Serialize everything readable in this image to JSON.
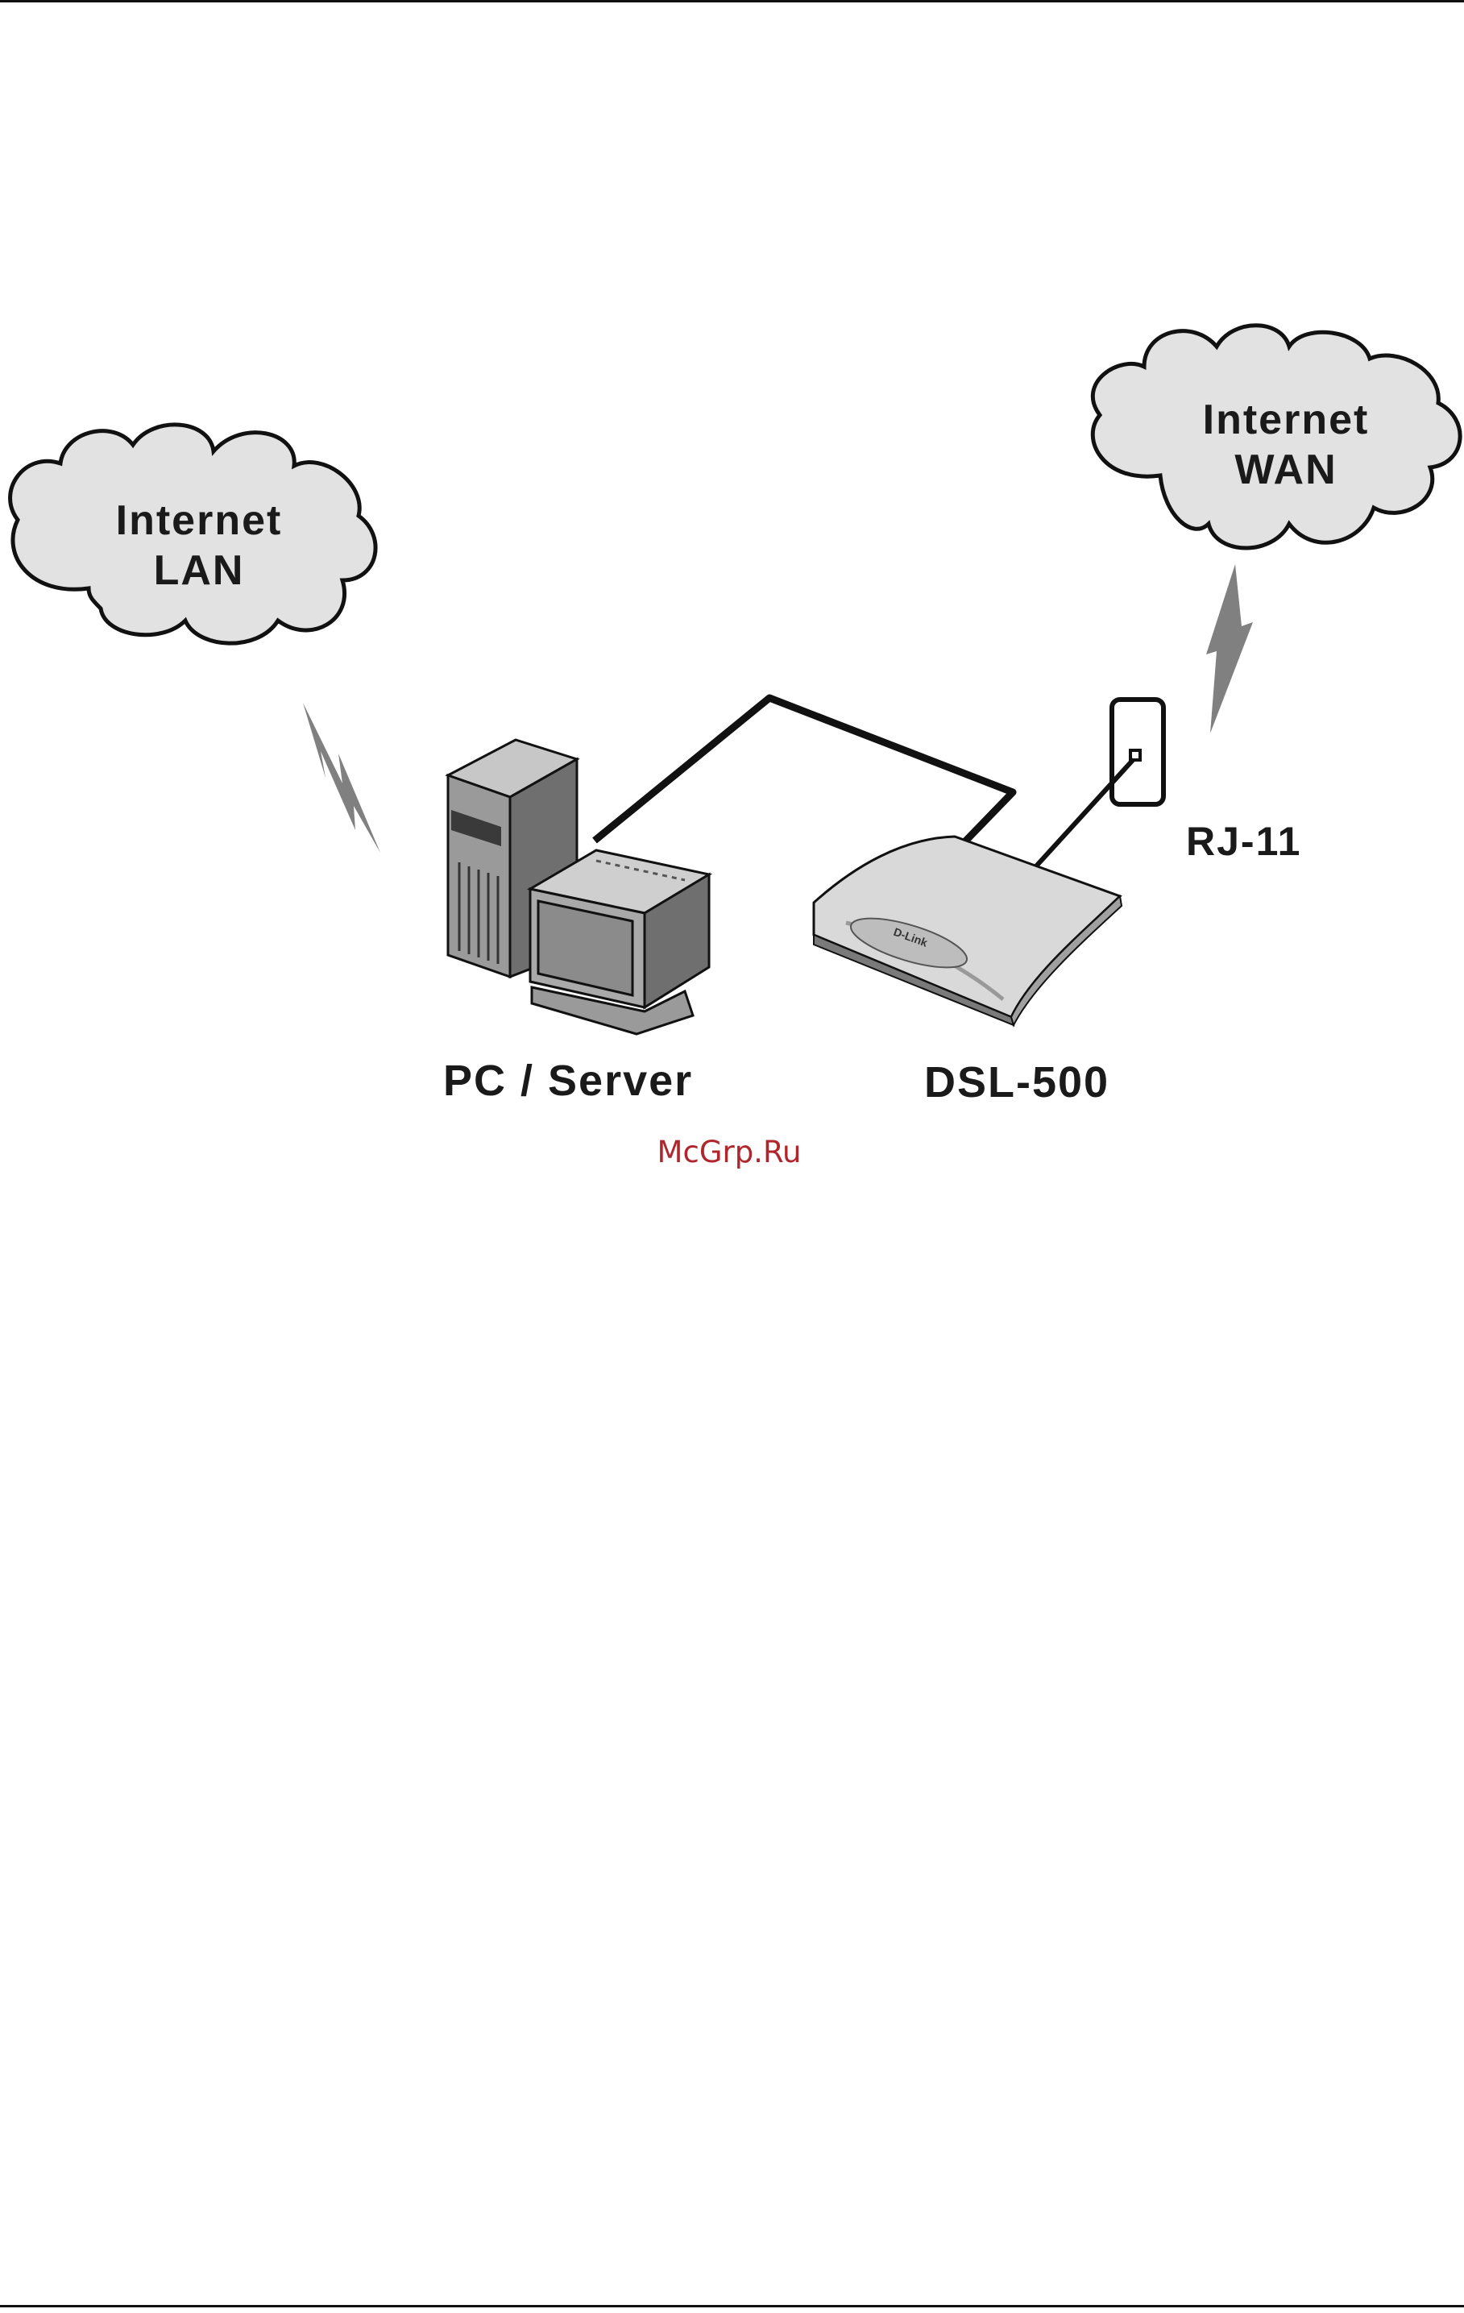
{
  "labels": {
    "cloud_lan": {
      "line1": "Internet",
      "line2": "LAN"
    },
    "cloud_wan": {
      "line1": "Internet",
      "line2": "WAN"
    },
    "wall_jack": "RJ-11",
    "pc": "PC / Server",
    "modem": "DSL-500",
    "modem_brand": "D-Link"
  },
  "watermark": "McGrp.Ru",
  "icons": [
    "cloud-icon",
    "lightning-icon",
    "pc-tower-icon",
    "monitor-icon",
    "dsl-modem-icon",
    "wall-jack-icon",
    "ethernet-cable",
    "phone-cable"
  ],
  "colors": {
    "line": "#111111",
    "cloud_fill": "#e2e2e2",
    "device_gray": "#9a9a9a",
    "lightning": "#808080",
    "watermark": "#b0262d"
  }
}
